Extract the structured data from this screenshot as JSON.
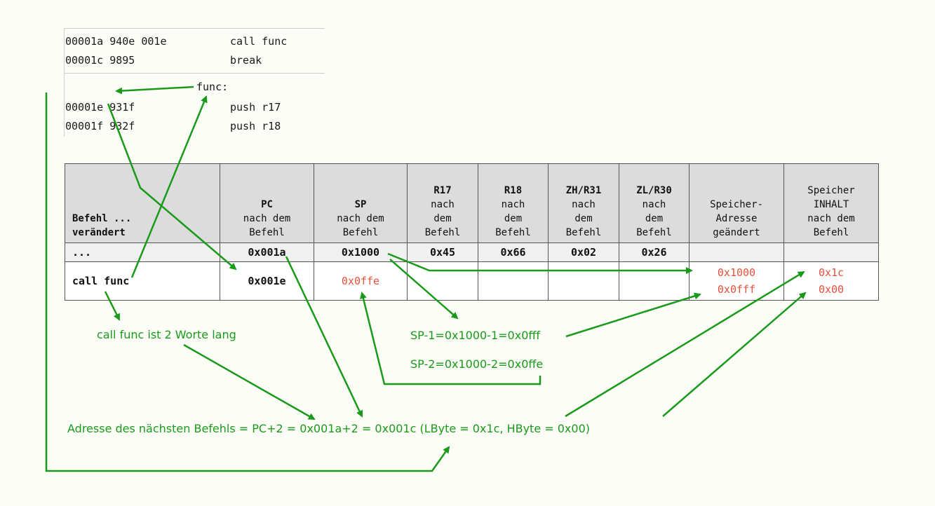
{
  "code_listing": {
    "lines": [
      {
        "addr": "00001a",
        "opcode": "940e 001e",
        "instr": "call func"
      },
      {
        "addr": "00001c",
        "opcode": "9895",
        "instr": "break"
      },
      {
        "label": "func:"
      },
      {
        "addr": "00001e",
        "opcode": "931f",
        "instr": "push r17"
      },
      {
        "addr": "00001f",
        "opcode": "932f",
        "instr": "push r18"
      }
    ]
  },
  "table": {
    "headers": [
      [
        "Befehl ...",
        "verändert"
      ],
      [
        "PC",
        "nach dem",
        "Befehl"
      ],
      [
        "SP",
        "nach dem",
        "Befehl"
      ],
      [
        "R17",
        "nach",
        "dem",
        "Befehl"
      ],
      [
        "R18",
        "nach",
        "dem",
        "Befehl"
      ],
      [
        "ZH/R31",
        "nach",
        "dem",
        "Befehl"
      ],
      [
        "ZL/R30",
        "nach",
        "dem",
        "Befehl"
      ],
      [
        "Speicher-",
        "Adresse",
        "geändert"
      ],
      [
        "Speicher",
        "INHALT",
        "nach dem",
        "Befehl"
      ]
    ],
    "row1": [
      "...",
      "0x001a",
      "0x1000",
      "0x45",
      "0x66",
      "0x02",
      "0x26",
      "",
      ""
    ],
    "row2": {
      "befehl": "call func",
      "pc": "0x001e",
      "sp": "0x0ffe",
      "mem_addr": [
        "0x1000",
        "0x0fff"
      ],
      "mem_content": [
        "0x1c",
        "0x00"
      ]
    }
  },
  "annotations": {
    "call_len": "call func ist 2 Worte lang",
    "sp1": "SP-1=0x1000-1=0x0fff",
    "sp2": "SP-2=0x1000-2=0x0ffe",
    "next_addr": "Adresse des nächsten Befehls = PC+2 = 0x001a+2 = 0x001c (LByte = 0x1c, HByte = 0x00)"
  },
  "colors": {
    "arrow": "#1a9a1a",
    "changed_value": "#e8503a",
    "header_bg": "#dcdcdc"
  }
}
